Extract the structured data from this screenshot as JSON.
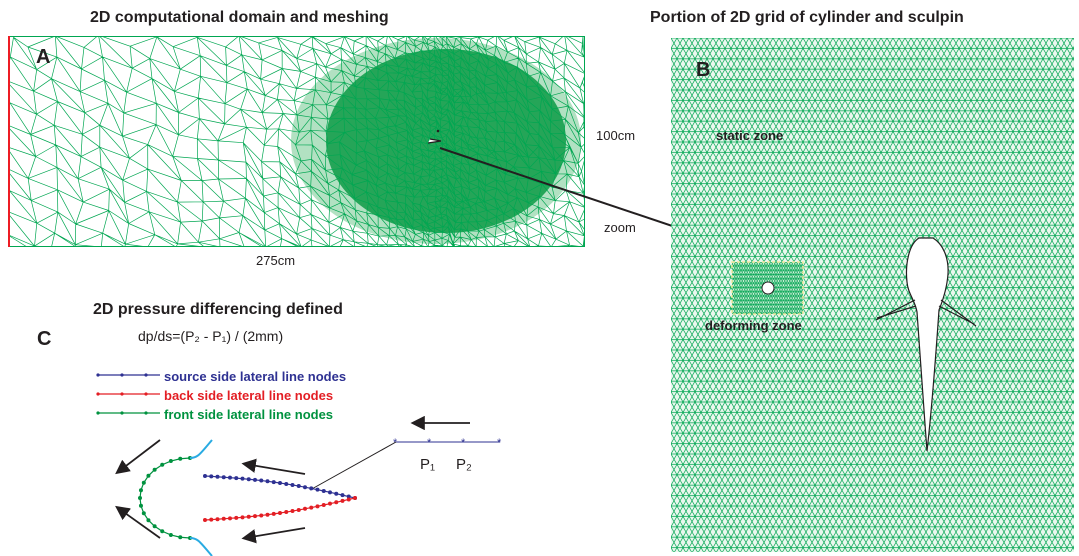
{
  "panel_a": {
    "title": "2D computational domain and meshing",
    "letter": "A",
    "height_label": "100cm",
    "width_label": "275cm"
  },
  "zoom_label": "zoom",
  "panel_b": {
    "title": "Portion of 2D grid of cylinder and sculpin",
    "letter": "B",
    "static_zone": "static zone",
    "deforming_zone": "deforming zone"
  },
  "panel_c": {
    "title": "2D pressure differencing defined",
    "letter": "C",
    "formula": "dp/ds=(P₂ - P₁) / (2mm)",
    "legend": [
      {
        "label": "source side lateral line nodes",
        "color": "#2e3192"
      },
      {
        "label": "back side lateral line nodes",
        "color": "#e31e24"
      },
      {
        "label": "front side lateral line nodes",
        "color": "#00923f"
      }
    ],
    "p1": "P₁",
    "p2": "P₂"
  },
  "colors": {
    "mesh": "#00a651",
    "mesh_dense": "#00a651",
    "inlet": "#ed1c24",
    "cyan": "#29abe2",
    "text": "#231f20"
  }
}
